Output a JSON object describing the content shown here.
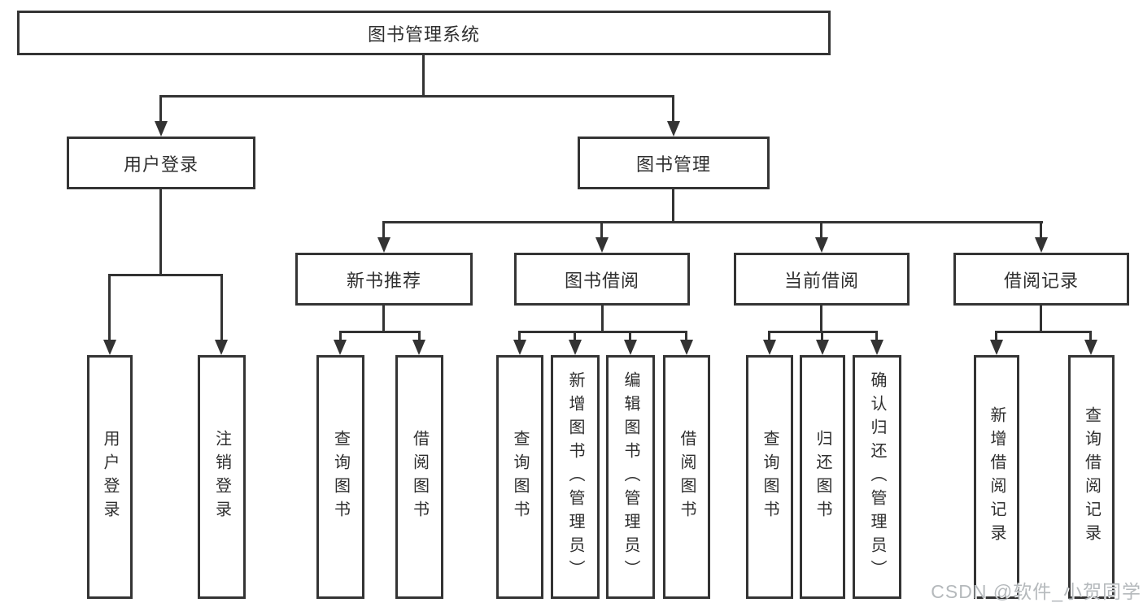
{
  "diagram": {
    "root": "图书管理系统",
    "user_login": {
      "label": "用户登录",
      "leaves": [
        "用户登录",
        "注销登录"
      ]
    },
    "book_mgmt": {
      "label": "图书管理",
      "groups": [
        {
          "label": "新书推荐",
          "leaves": [
            "查询图书",
            "借阅图书"
          ]
        },
        {
          "label": "图书借阅",
          "leaves": [
            "查询图书",
            "新增图书（管理员）",
            "编辑图书（管理员）",
            "借阅图书"
          ]
        },
        {
          "label": "当前借阅",
          "leaves": [
            "查询图书",
            "归还图书",
            "确认归还（管理员）"
          ]
        },
        {
          "label": "借阅记录",
          "leaves": [
            "新增借阅记录",
            "查询借阅记录"
          ]
        }
      ]
    }
  },
  "watermark": "CSDN @软件_小贺同学",
  "colors": {
    "line": "#333333",
    "border": "#343434",
    "text": "#2f2f2f",
    "watermark": "#b5b9bc",
    "background": "#ffffff"
  }
}
